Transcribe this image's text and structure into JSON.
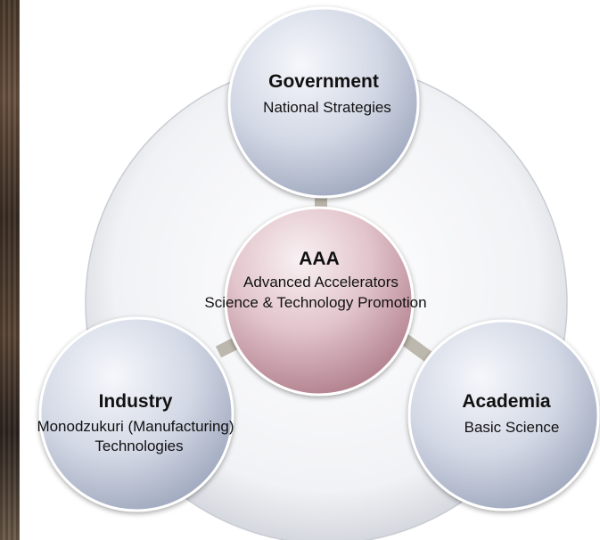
{
  "diagram": {
    "center": {
      "title": "AAA",
      "lines": [
        "Advanced Accelerators",
        "Science & Technology Promotion"
      ]
    },
    "nodes": [
      {
        "id": "government",
        "title": "Government",
        "lines": [
          "National Strategies"
        ]
      },
      {
        "id": "industry",
        "title": "Industry",
        "lines": [
          "Monodzukuri (Manufacturing)",
          "Technologies"
        ]
      },
      {
        "id": "academia",
        "title": "Academia",
        "lines": [
          "Basic Science"
        ]
      }
    ],
    "colors": {
      "outer_ring": "#f4f5f7",
      "outer_ring_edge": "#c9ccd3",
      "node_fill": "#c6ccdb",
      "node_highlight": "#f3f5fa",
      "center_fill": "#c79aa6",
      "center_highlight": "#f7eef0",
      "connector": "#bdb8ad"
    }
  }
}
